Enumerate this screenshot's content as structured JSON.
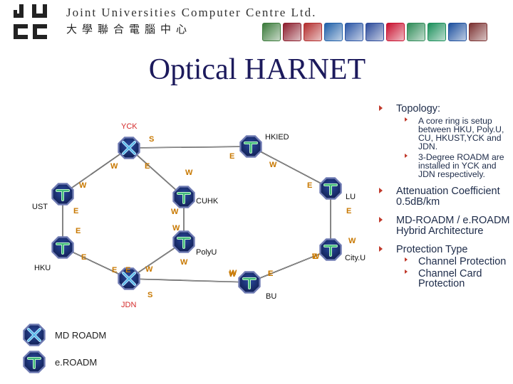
{
  "header": {
    "logo_text": "JUCC",
    "org_name_en": "Joint Universities Computer Centre Ltd.",
    "org_name_zh": "大學聯合電腦中心",
    "crest_colors": [
      "#3a7a3a",
      "#8b1d2c",
      "#b32d2d",
      "#1f5fa8",
      "#2a55a5",
      "#2b4a9a",
      "#c8102e",
      "#2e8b57",
      "#1a8f5a",
      "#1c4f9e",
      "#7a3030"
    ]
  },
  "title": "Optical HARNET",
  "diagram": {
    "nodes": [
      {
        "id": "YCK",
        "label": "YCK",
        "type": "md-roadm"
      },
      {
        "id": "HKIED",
        "label": "HKIED",
        "type": "e-roadm"
      },
      {
        "id": "UST",
        "label": "UST",
        "type": "e-roadm"
      },
      {
        "id": "CUHK",
        "label": "CUHK",
        "type": "e-roadm"
      },
      {
        "id": "LU",
        "label": "LU",
        "type": "e-roadm"
      },
      {
        "id": "HKU",
        "label": "HKU",
        "type": "e-roadm"
      },
      {
        "id": "PolyU",
        "label": "PolyU",
        "type": "e-roadm"
      },
      {
        "id": "CityU",
        "label": "City.U",
        "type": "e-roadm"
      },
      {
        "id": "JDN",
        "label": "JDN",
        "type": "md-roadm"
      },
      {
        "id": "BU",
        "label": "BU",
        "type": "e-roadm"
      }
    ],
    "links": [
      [
        "YCK",
        "HKIED"
      ],
      [
        "YCK",
        "UST"
      ],
      [
        "YCK",
        "CUHK"
      ],
      [
        "HKIED",
        "LU"
      ],
      [
        "LU",
        "CityU"
      ],
      [
        "UST",
        "HKU"
      ],
      [
        "HKU",
        "JDN"
      ],
      [
        "CUHK",
        "PolyU"
      ],
      [
        "PolyU",
        "JDN"
      ],
      [
        "JDN",
        "BU"
      ],
      [
        "BU",
        "CityU"
      ]
    ],
    "port_labels": [
      "S",
      "W",
      "E",
      "W",
      "E",
      "W",
      "E",
      "W",
      "E",
      "W",
      "E",
      "W",
      "E",
      "W",
      "E",
      "W",
      "E",
      "W",
      "W",
      "E",
      "E",
      "E",
      "S",
      "W",
      "E",
      "W"
    ],
    "legend": [
      {
        "type": "md-roadm",
        "label": "MD ROADM"
      },
      {
        "type": "e-roadm",
        "label": "e.ROADM"
      }
    ],
    "colors": {
      "label_red": "#d42a2a",
      "port_orange": "#c87800",
      "node_fill": "#1a2f72",
      "node_ring": "#6f7bb3",
      "link": "#2a2a2a"
    }
  },
  "bullets": [
    {
      "text": "Topology:",
      "sub": [
        "A core ring is setup between HKU, Poly.U, CU, HKUST,YCK and JDN.",
        "3-Degree ROADM are installed in YCK and JDN respectively."
      ]
    },
    {
      "text": "Attenuation Coefficient 0.5dB/km",
      "sub": []
    },
    {
      "text": "MD-ROADM / e.ROADM Hybrid Architecture",
      "sub": []
    },
    {
      "text": "Protection Type",
      "sub": [
        "Channel Protection",
        "Channel Card Protection"
      ]
    }
  ]
}
